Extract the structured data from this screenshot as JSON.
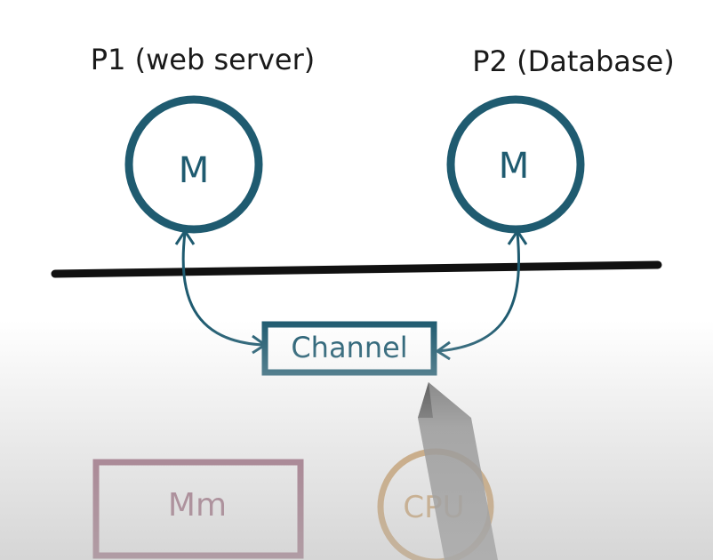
{
  "processes": [
    {
      "label": "P1 (web server)",
      "memory": "M"
    },
    {
      "label": "P2 (Database)",
      "memory": "M"
    }
  ],
  "channel": {
    "label": "Channel"
  },
  "hardware": {
    "memory": "Mm",
    "cpu": "CPU"
  },
  "colors": {
    "process_stroke": "#1f5b70",
    "channel_stroke": "#1f5b70",
    "kernel_line": "#111111",
    "memory_box": "#6b1a3a",
    "cpu_circle": "#b8741f",
    "ink": "#1a1a1a"
  }
}
